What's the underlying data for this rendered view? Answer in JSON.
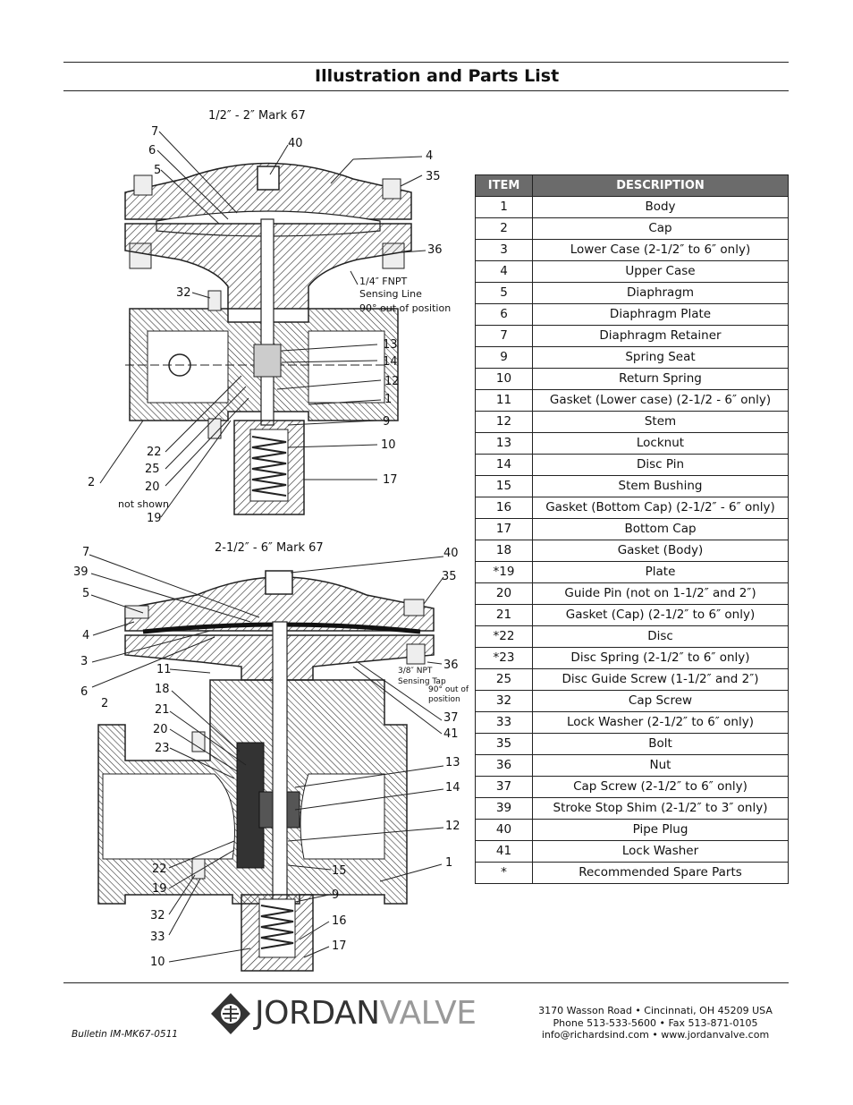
{
  "header": {
    "title": "Illustration and Parts List"
  },
  "diagram_top": {
    "caption": "1/2″ - 2″ Mark 67",
    "callouts": [
      "7",
      "6",
      "5",
      "40",
      "4",
      "35",
      "36",
      "32",
      "13",
      "14",
      "12",
      "1",
      "9",
      "10",
      "17",
      "22",
      "25",
      "20",
      "2",
      "19"
    ],
    "notes": {
      "fnpt_1": "1/4″ FNPT",
      "fnpt_2": "Sensing Line",
      "fnpt_3": "90° out of position",
      "not_shown": "not shown"
    }
  },
  "diagram_bottom": {
    "caption": "2-1/2″ - 6″ Mark 67",
    "callouts": [
      "7",
      "39",
      "5",
      "4",
      "3",
      "6",
      "2",
      "11",
      "18",
      "21",
      "20",
      "23",
      "22",
      "19",
      "32",
      "33",
      "10",
      "40",
      "35",
      "36",
      "37",
      "41",
      "13",
      "14",
      "12",
      "1",
      "15",
      "9",
      "16",
      "17"
    ],
    "notes": {
      "npt_1": "3/8″ NPT",
      "npt_2": "Sensing Tap",
      "pos_1": "90° out of",
      "pos_2": "position"
    }
  },
  "parts_table": {
    "headers": [
      "ITEM",
      "DESCRIPTION"
    ],
    "rows": [
      [
        "1",
        "Body"
      ],
      [
        "2",
        "Cap"
      ],
      [
        "3",
        "Lower Case (2-1/2″ to 6″ only)"
      ],
      [
        "4",
        "Upper Case"
      ],
      [
        "5",
        "Diaphragm"
      ],
      [
        "6",
        "Diaphragm Plate"
      ],
      [
        "7",
        "Diaphragm Retainer"
      ],
      [
        "9",
        "Spring Seat"
      ],
      [
        "10",
        "Return Spring"
      ],
      [
        "11",
        "Gasket (Lower case) (2-1/2 - 6″ only)"
      ],
      [
        "12",
        "Stem"
      ],
      [
        "13",
        "Locknut"
      ],
      [
        "14",
        "Disc Pin"
      ],
      [
        "15",
        "Stem Bushing"
      ],
      [
        "16",
        "Gasket (Bottom Cap) (2-1/2″ - 6″ only)"
      ],
      [
        "17",
        "Bottom Cap"
      ],
      [
        "18",
        "Gasket (Body)"
      ],
      [
        "*19",
        "Plate"
      ],
      [
        "20",
        "Guide Pin (not on 1-1/2″ and 2″)"
      ],
      [
        "21",
        "Gasket (Cap) (2-1/2″ to 6″ only)"
      ],
      [
        "*22",
        "Disc"
      ],
      [
        "*23",
        "Disc Spring (2-1/2″ to 6″ only)"
      ],
      [
        "25",
        "Disc Guide Screw (1-1/2″ and 2″)"
      ],
      [
        "32",
        "Cap Screw"
      ],
      [
        "33",
        "Lock Washer (2-1/2″ to 6″ only)"
      ],
      [
        "35",
        "Bolt"
      ],
      [
        "36",
        "Nut"
      ],
      [
        "37",
        "Cap Screw (2-1/2″ to 6″ only)"
      ],
      [
        "39",
        "Stroke Stop Shim (2-1/2″ to 3″ only)"
      ],
      [
        "40",
        "Pipe Plug"
      ],
      [
        "41",
        "Lock Washer"
      ],
      [
        "*",
        "Recommended Spare Parts"
      ]
    ]
  },
  "footer": {
    "logo_jordan": "JORDAN",
    "logo_valve": "VALVE",
    "address_line1": "3170 Wasson Road  •  Cincinnati, OH  45209  USA",
    "address_line2": "Phone 513-533-5600  •  Fax 513-871-0105",
    "address_line3": "info@richardsind.com  •  www.jordanvalve.com",
    "bulletin": "Bulletin IM-MK67-0511"
  }
}
